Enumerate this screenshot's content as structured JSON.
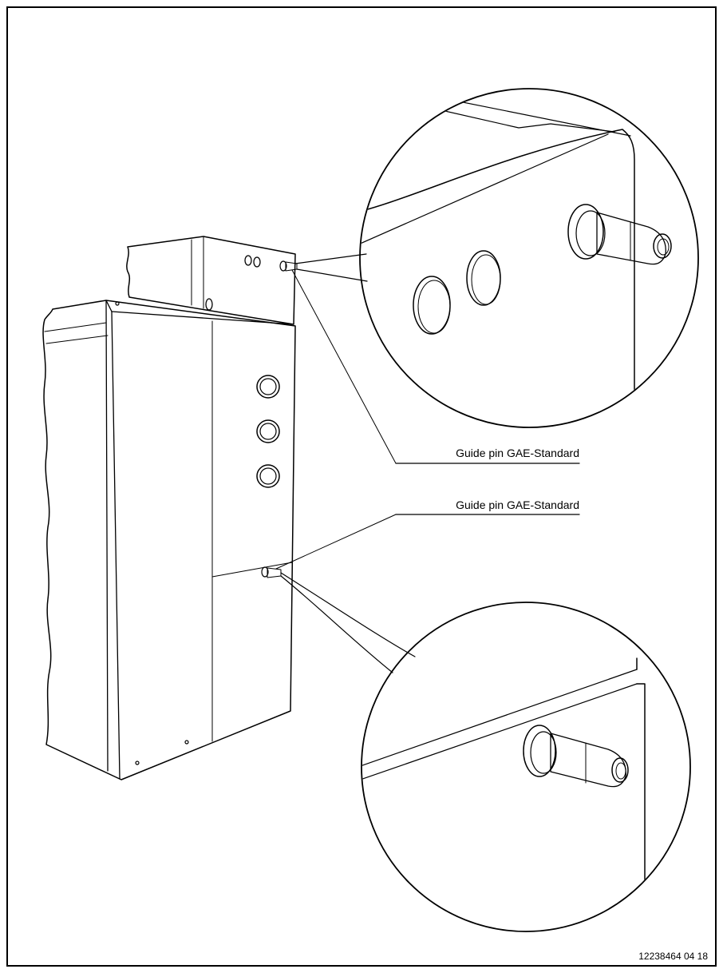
{
  "callouts": {
    "upper_label": "Guide pin GAE-Standard",
    "lower_label": "Guide pin GAE-Standard"
  },
  "figure_code": "12238464 04 18",
  "colors": {
    "line": "#000000",
    "background": "#ffffff",
    "pin_fill": "#a8a8a8",
    "pin_dark": "#7a7a7a"
  }
}
